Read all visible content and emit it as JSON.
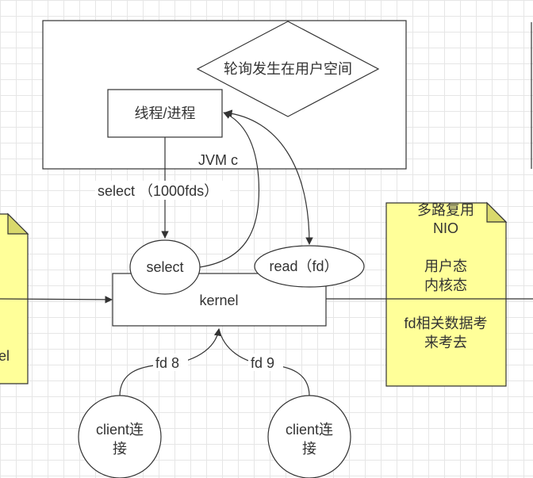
{
  "nodes": {
    "diamond": "轮询发生在用户空间",
    "thread": "线程/进程",
    "jvm": "JVM  c",
    "select_label": "select  （1000fds）",
    "select": "select",
    "read": "read（fd）",
    "kernel": "kernel",
    "fd8": "fd 8",
    "fd9": "fd 9",
    "client1": [
      "client连",
      "接"
    ],
    "client2": [
      "client连",
      "接"
    ],
    "left_note_fragment": "el"
  },
  "note": {
    "lines_top": [
      "多路复用",
      "NIO"
    ],
    "lines_mid": [
      "用户态",
      "内核态"
    ],
    "lines_bottom": [
      "fd相关数据考",
      "来考去"
    ]
  },
  "colors": {
    "note_fill": "#ffff99",
    "note_fold": "#d9d96c",
    "stroke": "#333333"
  }
}
